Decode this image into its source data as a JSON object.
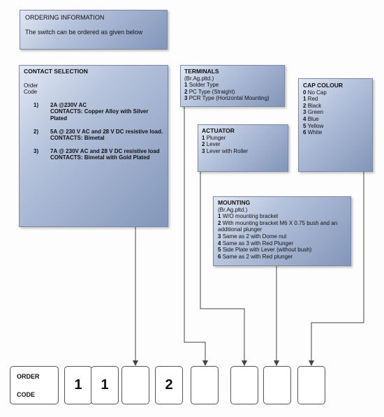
{
  "ordering": {
    "title": "ORDERING INFORMATION",
    "subtitle": "The switch can be ordered as given below"
  },
  "contact": {
    "title": "CONTACT SELECTION",
    "order_code_label": [
      "Order",
      "Code"
    ],
    "options": [
      {
        "num": "1)",
        "spec": "2A @230V AC",
        "contacts": "CONTACTS: Copper Alloy with Silver Plated"
      },
      {
        "num": "2)",
        "spec": "5A @ 230 V AC and 28 V DC resistive load.",
        "contacts": "CONTACTS:  Bimetal"
      },
      {
        "num": "3)",
        "spec": "7A @ 230V AC and 28 V DC resistive load",
        "contacts": "CONTACTS: Bimetal with Gold Plated"
      }
    ]
  },
  "terminals": {
    "title": "TERMINALS",
    "subtitle": "(Br.Ag.pltd.)",
    "items": [
      {
        "code": "1",
        "label": "Solder Type"
      },
      {
        "code": "2",
        "label": "PC Type (Straight)"
      },
      {
        "code": "3",
        "label": "PCR Type (Horizontal Mounting)"
      }
    ]
  },
  "actuator": {
    "title": "ACTUATOR",
    "items": [
      {
        "code": "1",
        "label": "Plunger"
      },
      {
        "code": "2",
        "label": "Lever"
      },
      {
        "code": "3",
        "label": "Lever with Roller"
      }
    ]
  },
  "cap_colour": {
    "title": "CAP COLOUR",
    "items": [
      {
        "code": "0",
        "label": "No Cap"
      },
      {
        "code": "1",
        "label": "Red"
      },
      {
        "code": "2",
        "label": "Black"
      },
      {
        "code": "3",
        "label": "Green"
      },
      {
        "code": "4",
        "label": "Blue"
      },
      {
        "code": "5",
        "label": "Yellow"
      },
      {
        "code": "6",
        "label": "White"
      }
    ]
  },
  "mounting": {
    "title": "MOUNTING",
    "subtitle": "(Br.Ag.pltd.)",
    "items": [
      {
        "code": "1",
        "label": "W/O mounting bracket"
      },
      {
        "code": "2",
        "label": "With mounting bracket M6 X 0.75 bush and an additional plunger"
      },
      {
        "code": "3",
        "label": "Same as 2 with Dome nut"
      },
      {
        "code": "4",
        "label": "Same as 3 with Red Plunger"
      },
      {
        "code": "5",
        "label": "Side Plate with Lever (without bush)"
      },
      {
        "code": "6",
        "label": "Same as 2 with Red plunger"
      }
    ]
  },
  "code_row": {
    "label_line1": "ORDER",
    "label_line2": "CODE",
    "slots": [
      "1",
      "1",
      "",
      "2",
      "",
      "",
      "",
      ""
    ]
  }
}
